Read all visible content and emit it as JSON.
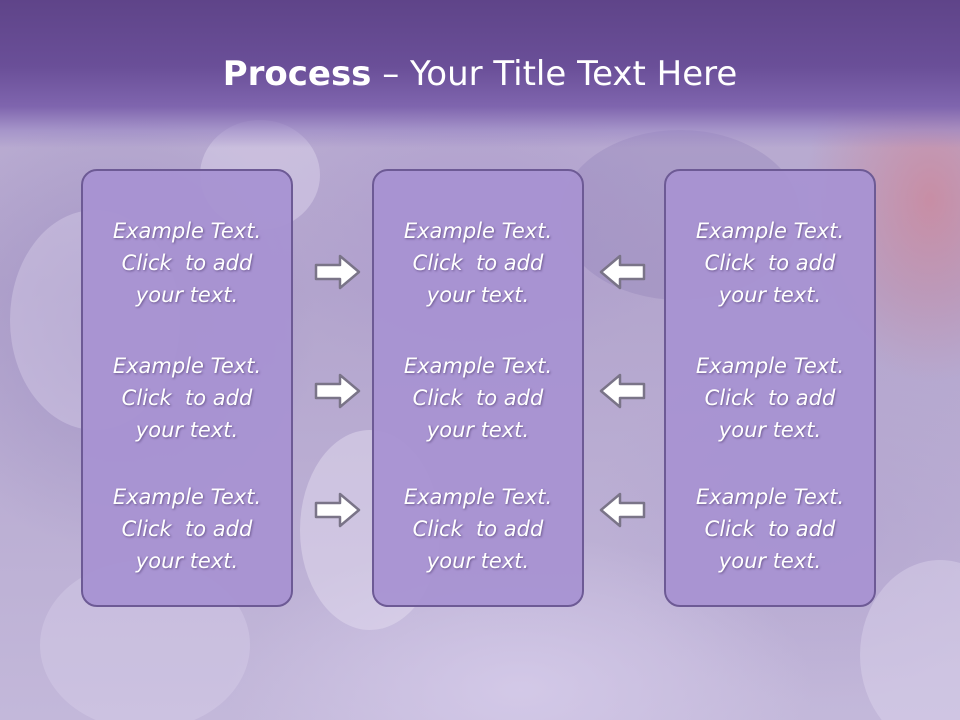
{
  "title": {
    "bold": "Process",
    "rest": " – Your Title Text Here"
  },
  "panels": {
    "left": [
      {
        "line1": "Example Text.",
        "line2": "Click  to add",
        "line3": "your text."
      },
      {
        "line1": "Example Text.",
        "line2": "Click  to add",
        "line3": "your text."
      },
      {
        "line1": "Example Text.",
        "line2": "Click  to add",
        "line3": "your text."
      }
    ],
    "middle": [
      {
        "line1": "Example Text.",
        "line2": "Click  to add",
        "line3": "your text."
      },
      {
        "line1": "Example Text.",
        "line2": "Click  to add",
        "line3": "your text."
      },
      {
        "line1": "Example Text.",
        "line2": "Click  to add",
        "line3": "your text."
      }
    ],
    "right": [
      {
        "line1": "Example Text.",
        "line2": "Click  to add",
        "line3": "your text."
      },
      {
        "line1": "Example Text.",
        "line2": "Click  to add",
        "line3": "your text."
      },
      {
        "line1": "Example Text.",
        "line2": "Click  to add",
        "line3": "your text."
      }
    ]
  },
  "arrows": {
    "left_to_middle": [
      "arrow-right-icon",
      "arrow-right-icon",
      "arrow-right-icon"
    ],
    "right_to_middle": [
      "arrow-left-icon",
      "arrow-left-icon",
      "arrow-left-icon"
    ]
  },
  "colors": {
    "title_bar": "#6a4f98",
    "panel_fill": "#a892d2",
    "panel_border": "#6d5a95",
    "text": "#ffffff"
  }
}
